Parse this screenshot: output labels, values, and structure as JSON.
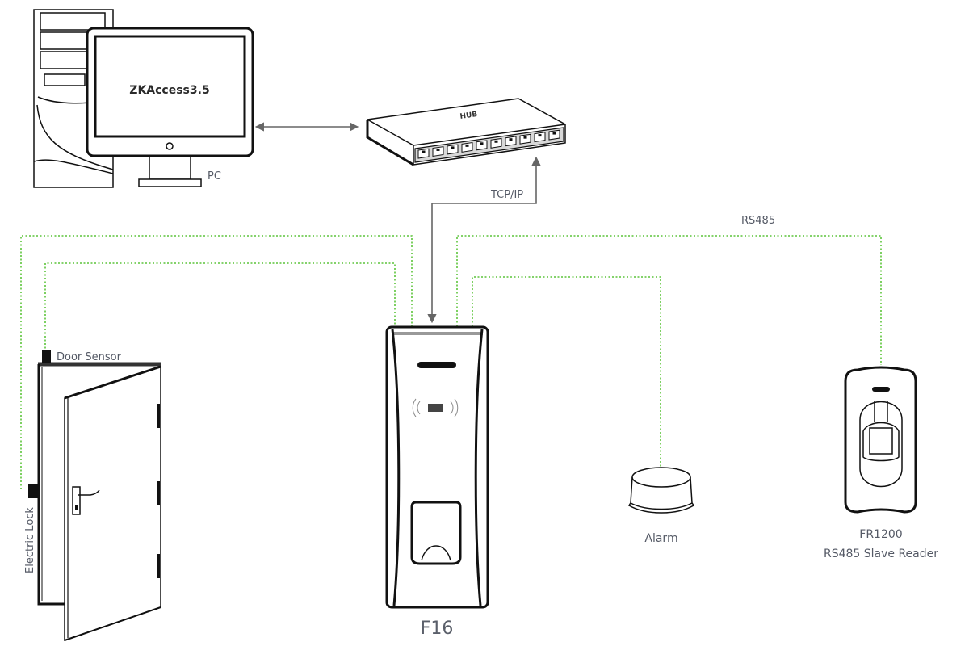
{
  "diagram": {
    "title": "F16 access control wiring diagram",
    "colors": {
      "signal_wire": "#5cc43a",
      "network_wire": "#666666",
      "label_text": "#555a66"
    },
    "nodes": {
      "pc": {
        "label": "PC",
        "screen_text": "ZKAccess3.5",
        "icon": "desktop-computer-icon"
      },
      "hub": {
        "label": "HUB",
        "icon": "network-hub-icon"
      },
      "controller": {
        "label": "F16",
        "icon": "fingerprint-terminal-icon"
      },
      "door": {
        "icon": "door-icon"
      },
      "door_sensor": {
        "label": "Door Sensor"
      },
      "electric_lock": {
        "label": "Electric Lock"
      },
      "alarm": {
        "label": "Alarm",
        "icon": "alarm-siren-icon"
      },
      "slave_reader": {
        "label_line1": "FR1200",
        "label_line2": "RS485 Slave Reader",
        "icon": "fingerprint-reader-icon"
      }
    },
    "connections": [
      {
        "from": "pc",
        "to": "hub",
        "type": "network",
        "label": ""
      },
      {
        "from": "controller",
        "to": "hub",
        "type": "network",
        "label": "TCP/IP"
      },
      {
        "from": "controller",
        "to": "slave_reader",
        "type": "signal",
        "label": "RS485"
      },
      {
        "from": "controller",
        "to": "alarm",
        "type": "signal",
        "label": ""
      },
      {
        "from": "controller",
        "to": "door_sensor",
        "type": "signal",
        "label": ""
      },
      {
        "from": "controller",
        "to": "electric_lock",
        "type": "signal",
        "label": ""
      }
    ]
  }
}
